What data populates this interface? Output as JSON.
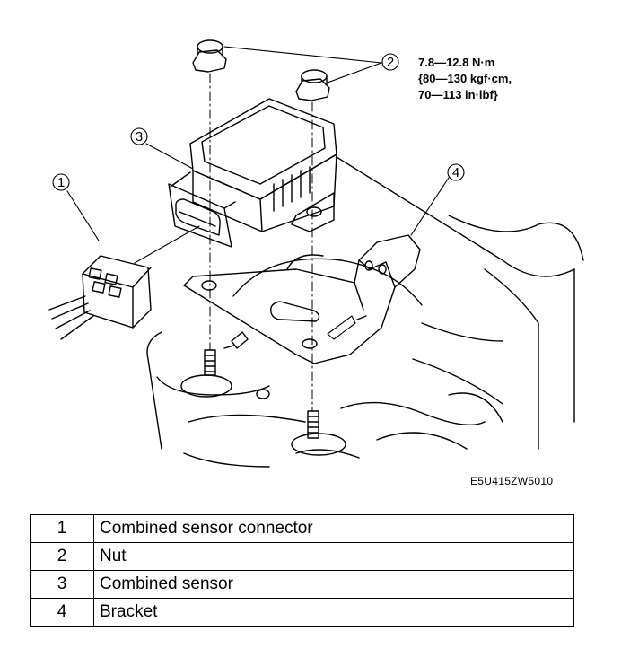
{
  "figure": {
    "callouts": [
      {
        "number": "1"
      },
      {
        "number": "2"
      },
      {
        "number": "3"
      },
      {
        "number": "4"
      }
    ],
    "torque_spec": {
      "line1": "7.8—12.8 N·m",
      "line2": "{80—130 kgf·cm,",
      "line3": "70—113 in·lbf}"
    },
    "figure_code": "E5U415ZW5010"
  },
  "legend": {
    "rows": [
      {
        "number": "1",
        "label": "Combined sensor connector"
      },
      {
        "number": "2",
        "label": "Nut"
      },
      {
        "number": "3",
        "label": "Combined sensor"
      },
      {
        "number": "4",
        "label": "Bracket"
      }
    ]
  }
}
